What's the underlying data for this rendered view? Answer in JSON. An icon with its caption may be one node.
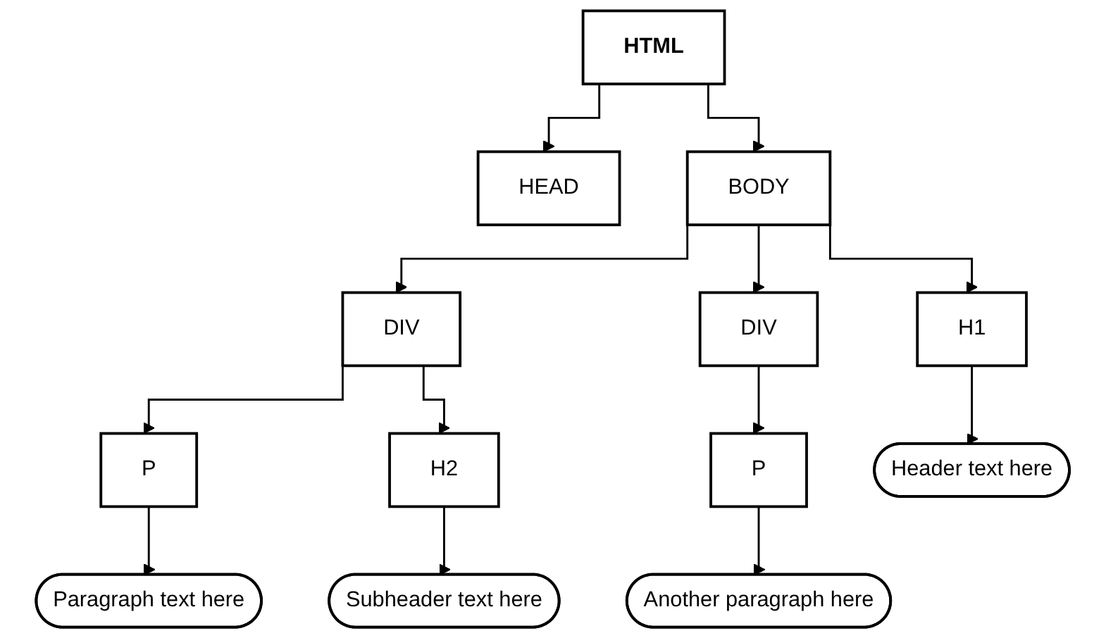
{
  "diagram": {
    "nodes": [
      {
        "text": [
          "HTML"
        ]
      },
      {
        "text": [
          "HEAD"
        ]
      },
      {
        "text": [
          "BODY"
        ]
      },
      {
        "text": [
          "H1"
        ]
      },
      {
        "text": [
          "DIV"
        ]
      },
      {
        "text": [
          "DIV"
        ]
      },
      {
        "text": [
          "P"
        ]
      },
      {
        "text": [
          "H2"
        ]
      },
      {
        "text": [
          "P"
        ]
      },
      {
        "text": [
          "Header text here"
        ]
      },
      {
        "text": [
          "Paragraph text here"
        ]
      },
      {
        "text": [
          "Subheader text here"
        ]
      },
      {
        "text": [
          "Another paragraph here"
        ]
      }
    ],
    "edges": [
      {
        "from": 0,
        "to": 1,
        "arrow": "to"
      },
      {
        "from": 0,
        "to": 2,
        "arrow": "to"
      },
      {
        "from": 2,
        "to": 3,
        "arrow": "to"
      },
      {
        "from": 2,
        "to": 4,
        "arrow": "to"
      },
      {
        "from": 2,
        "to": 5,
        "arrow": "to"
      },
      {
        "from": 3,
        "to": 9,
        "arrow": "to"
      },
      {
        "from": 4,
        "to": 6,
        "arrow": "to"
      },
      {
        "from": 4,
        "to": 7,
        "arrow": "to"
      },
      {
        "from": 5,
        "to": 8,
        "arrow": "to"
      },
      {
        "from": 6,
        "to": 10,
        "arrow": "to"
      },
      {
        "from": 7,
        "to": 11,
        "arrow": "to"
      },
      {
        "from": 8,
        "to": 12,
        "arrow": "to"
      }
    ]
  }
}
